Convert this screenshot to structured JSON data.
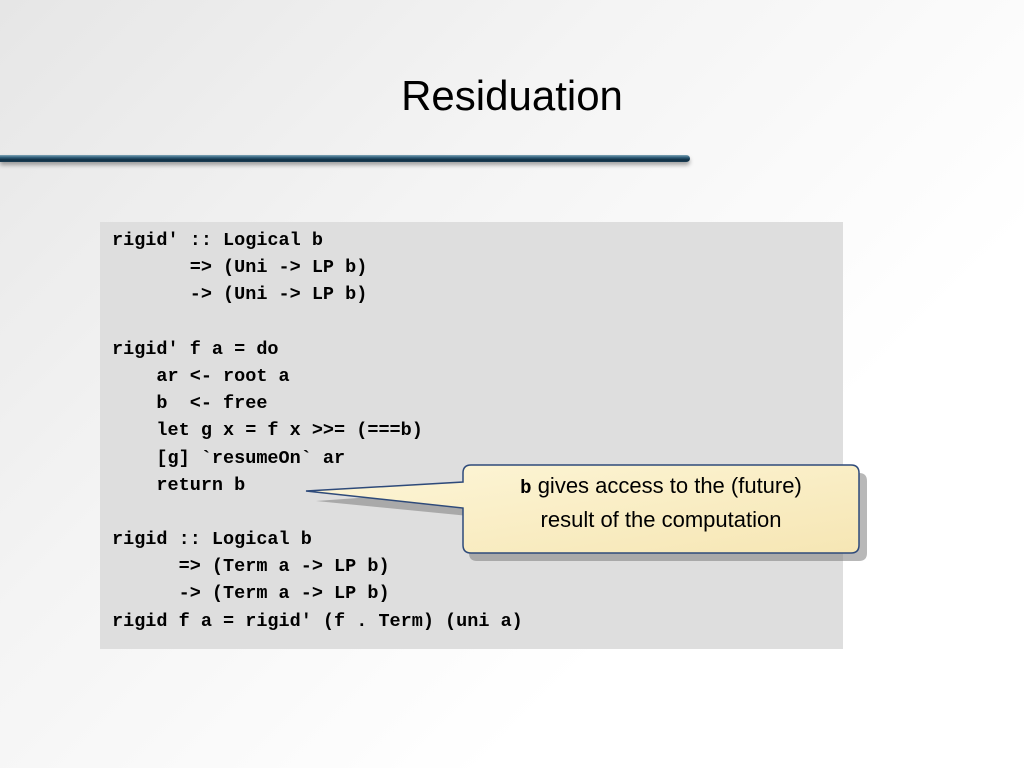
{
  "slide": {
    "title": "Residuation",
    "code_lines": [
      "rigid' :: Logical b",
      "       => (Uni -> LP b)",
      "       -> (Uni -> LP b)",
      "",
      "rigid' f a = do",
      "    ar <- root a",
      "    b  <- free",
      "    let g x = f x >>= (===b)",
      "    [g] `resumeOn` ar",
      "    return b",
      "",
      "rigid :: Logical b",
      "      => (Term a -> LP b)",
      "      -> (Term a -> LP b)",
      "rigid f a = rigid' (f . Term) (uni a)"
    ],
    "callout": {
      "code_term": "b",
      "text_line1": " gives access to the (future)",
      "text_line2": "result of the computation"
    }
  },
  "colors": {
    "code_background": "#dedede",
    "rule_dark": "#0f2e43",
    "rule_light": "#7fa6b8",
    "callout_fill": "#fbf0c8",
    "callout_border": "#2e4a7a"
  }
}
